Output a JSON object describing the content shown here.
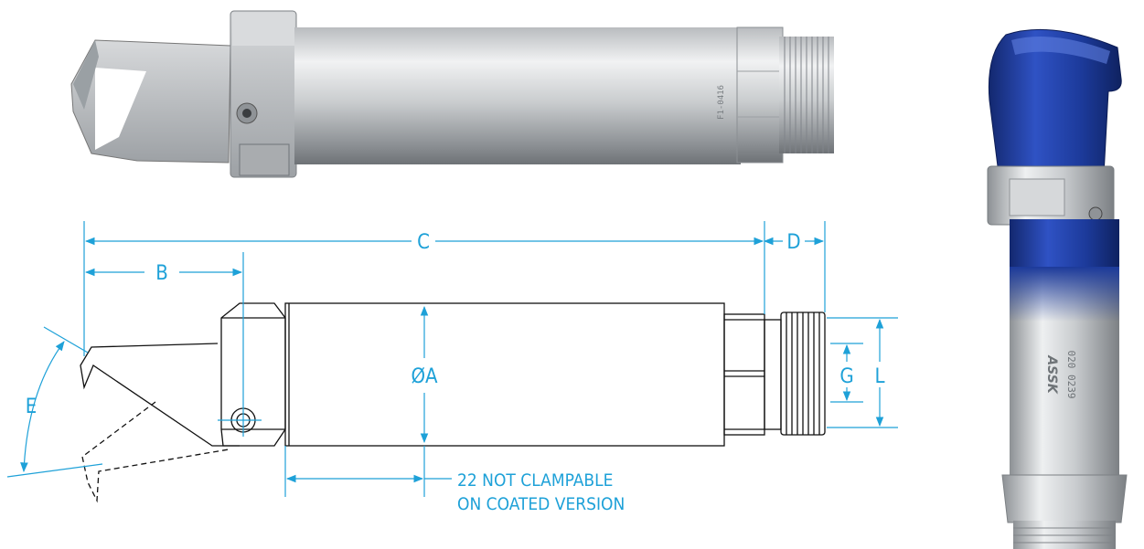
{
  "colors": {
    "dimension": "#1ea1d8",
    "outline": "#111111",
    "steel_light": "#e2e4e6",
    "steel_dark": "#8d9195",
    "coating_blue": "#1c3a9a"
  },
  "drawing": {
    "dim_c": "C",
    "dim_b": "B",
    "dim_d": "D",
    "dim_e": "E",
    "dim_a": "ØA",
    "dim_g": "G",
    "dim_l": "L",
    "note_line1": "22 NOT CLAMPABLE",
    "note_line2": "ON COATED VERSION"
  },
  "photo_top": {
    "engraving": "F1-0416"
  },
  "photo_right": {
    "brand": "ASSK",
    "engraving": "020 0239"
  }
}
